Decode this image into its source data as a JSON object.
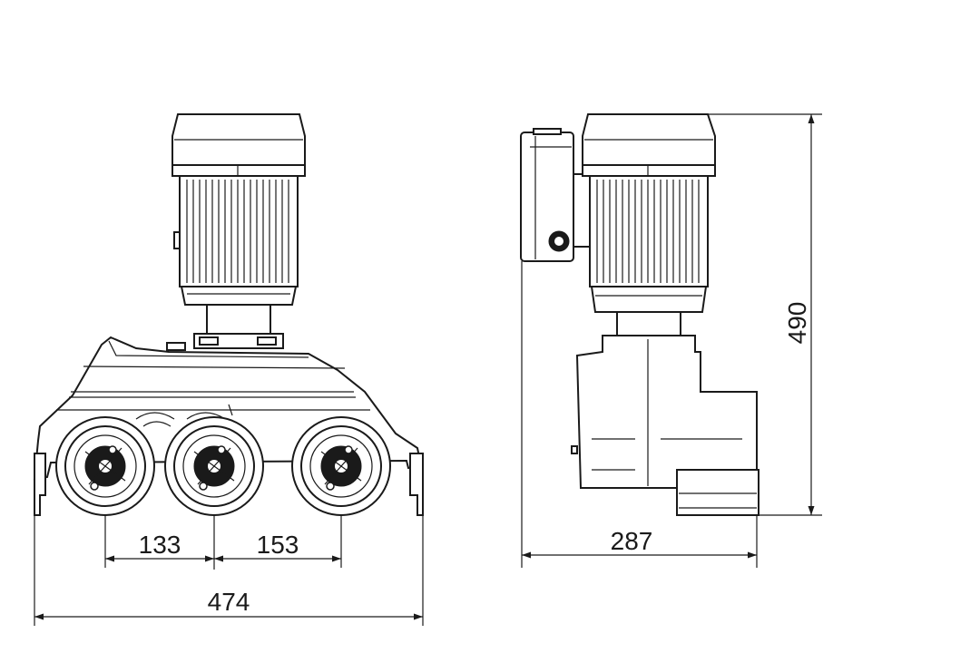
{
  "dimensions": {
    "front_spacing_left": "133",
    "front_spacing_right": "153",
    "front_total_width": "474",
    "side_depth": "287",
    "total_height": "490"
  }
}
